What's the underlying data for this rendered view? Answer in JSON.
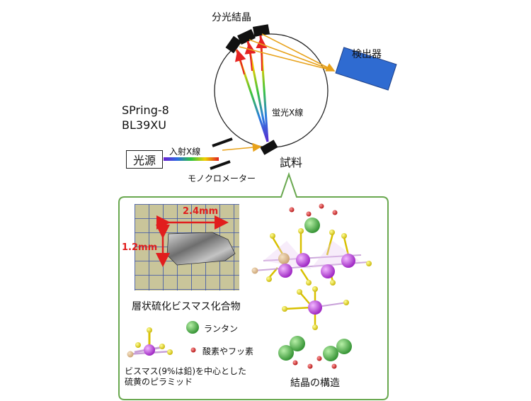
{
  "labels": {
    "crystals": "分光結晶",
    "detector": "検出器",
    "facility_line1": "SPring-8",
    "facility_line2": "BL39XU",
    "fluorescence": "蛍光X線",
    "incident": "入射X線",
    "source": "光源",
    "monochromator": "モノクロメーター",
    "sample": "試料"
  },
  "panel": {
    "dim_width": "2.4mm",
    "dim_height": "1.2mm",
    "photo_caption": "層状硫化ビスマス化合物",
    "legend_lanthanum": "ランタン",
    "legend_oxygen_fluorine": "酸素やフッ素",
    "pyramid_caption_line1": "ビスマス(9%は鉛)を中心とした",
    "pyramid_caption_line2": "硫黄のピラミッド",
    "structure_caption": "結晶の構造"
  },
  "colors": {
    "detector": "#2f6bd1",
    "panel_border": "#69a84f",
    "lanthanum": "#3aa33a",
    "oxygen": "#d42020",
    "sulfur": "#e8d800",
    "bismuth": "#b13bd0",
    "dimension": "#e11d1d",
    "reflected_ray": "#e8a21b"
  }
}
